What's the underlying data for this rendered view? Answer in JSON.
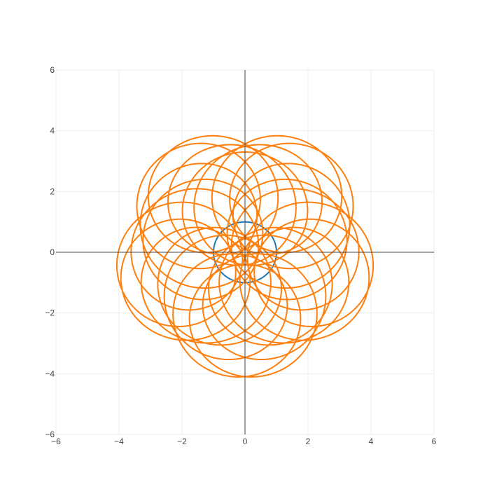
{
  "chart_data": {
    "type": "line",
    "title": "",
    "xlabel": "",
    "ylabel": "",
    "xlim": [
      -6,
      6
    ],
    "ylim": [
      -6,
      6
    ],
    "grid": true,
    "zero_lines": true,
    "legend": "none",
    "x_ticks": [
      -6,
      -4,
      -2,
      0,
      2,
      4,
      6
    ],
    "y_ticks": [
      -6,
      -4,
      -2,
      0,
      2,
      4,
      6
    ],
    "x_tick_labels": [
      "−6",
      "−4",
      "−2",
      "0",
      "2",
      "4",
      "6"
    ],
    "y_tick_labels": [
      "−6",
      "−4",
      "−2",
      "0",
      "2",
      "4",
      "6"
    ],
    "colors": {
      "background": "#ffffff",
      "grid": "#eeeeee",
      "zero_line": "#444444",
      "unit_circle": "#1f77b4",
      "loop_curve": "#ff7f0e"
    },
    "series": [
      {
        "curve": "circle",
        "center": [
          0,
          0
        ],
        "radius": 1.0,
        "color": "#1f77b4"
      },
      {
        "curve": "rolling-circle loops",
        "start_angle_deg": 90,
        "lobes": 5,
        "loops_per_lobe": 5,
        "loop_radius": 1.9,
        "center_distance_min": 1.4,
        "center_distance_max": 2.3,
        "color": "#ff7f0e"
      }
    ]
  }
}
